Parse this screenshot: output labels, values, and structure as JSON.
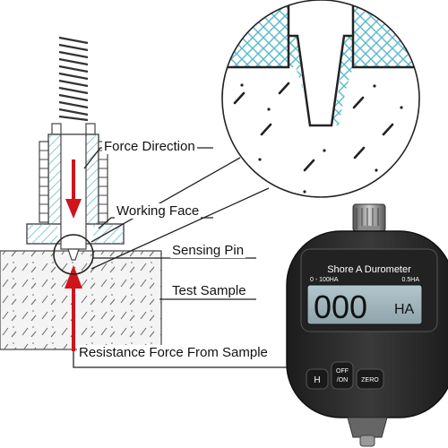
{
  "labels": {
    "force_direction": "Force Direction",
    "working_face": "Working Face",
    "sensing_pin": "Sensing Pin",
    "test_sample": "Test Sample",
    "resistance_force": "Resistance Force From Sample"
  },
  "device": {
    "title": "Shore A Durometer",
    "range": "0 - 100HA",
    "resolution": "0.5HA",
    "display_value": "000",
    "display_unit": "HA",
    "buttons": {
      "hold": "H",
      "power_top": "OFF",
      "power_bottom": "/ON",
      "zero": "ZERO"
    }
  },
  "colors": {
    "arrow": "#d0141b",
    "hatch": "#5ab8c8",
    "lcd": "#9fb3bb",
    "device_body": "#2b2b2b"
  }
}
